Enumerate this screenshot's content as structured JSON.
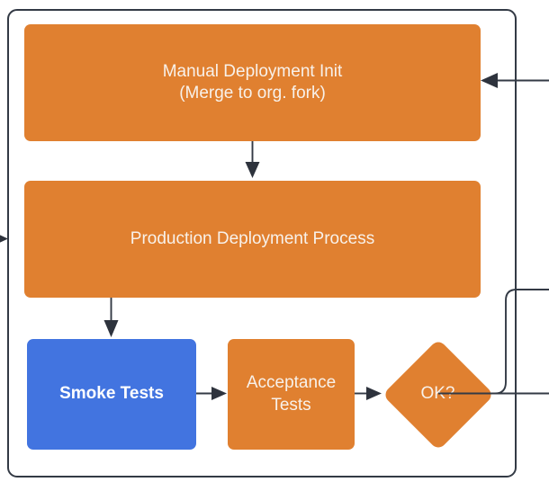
{
  "diagram": {
    "type": "flowchart",
    "orientation": "top-to-bottom",
    "background_color": "#ffffff",
    "container": {
      "name": "deployment-subgraph",
      "border_color": "#333a45",
      "fill": "transparent"
    },
    "colors": {
      "process_orange": "#e08030",
      "highlight_blue": "#4274e0",
      "node_text": "#f8f1ea",
      "highlight_text": "#ffffff",
      "edge": "#333a45"
    },
    "nodes": [
      {
        "id": "manual-deployment-init",
        "shape": "rounded-rectangle",
        "color": "#e08030",
        "line1": "Manual Deployment Init",
        "line2": "(Merge to org. fork)",
        "label": "Manual Deployment Init\n(Merge to org. fork)"
      },
      {
        "id": "production-deployment-process",
        "shape": "rounded-rectangle",
        "color": "#e08030",
        "label": "Production Deployment Process"
      },
      {
        "id": "smoke-tests",
        "shape": "rounded-rectangle",
        "color": "#4274e0",
        "emphasis": "bold",
        "label": "Smoke Tests"
      },
      {
        "id": "acceptance-tests",
        "shape": "rounded-rectangle",
        "color": "#e08030",
        "line1": "Acceptance",
        "line2": "Tests",
        "label": "Acceptance\nTests"
      },
      {
        "id": "ok-decision",
        "shape": "diamond",
        "color": "#e08030",
        "label": "OK?"
      }
    ],
    "edges": [
      {
        "id": "edge-manual-to-production",
        "from": "manual-deployment-init",
        "to": "production-deployment-process",
        "direction": "down",
        "label": ""
      },
      {
        "id": "edge-production-to-smoke",
        "from": "production-deployment-process",
        "to": "smoke-tests",
        "direction": "down",
        "label": ""
      },
      {
        "id": "edge-smoke-to-acceptance",
        "from": "smoke-tests",
        "to": "acceptance-tests",
        "direction": "right",
        "label": ""
      },
      {
        "id": "edge-acceptance-to-ok",
        "from": "acceptance-tests",
        "to": "ok-decision",
        "direction": "right",
        "label": ""
      },
      {
        "id": "edge-ok-to-offscreen-right",
        "from": "ok-decision",
        "to": "off-canvas-right",
        "direction": "right",
        "label": ""
      },
      {
        "id": "edge-ok-loop-up-right",
        "from": "ok-decision",
        "to": "off-canvas-right-upper",
        "direction": "up-right",
        "label": ""
      },
      {
        "id": "edge-external-into-manual",
        "from": "off-canvas-right",
        "to": "manual-deployment-init",
        "direction": "left",
        "label": ""
      },
      {
        "id": "edge-external-into-container-left",
        "from": "off-canvas-left",
        "to": "deployment-subgraph",
        "direction": "right",
        "label": ""
      }
    ]
  }
}
